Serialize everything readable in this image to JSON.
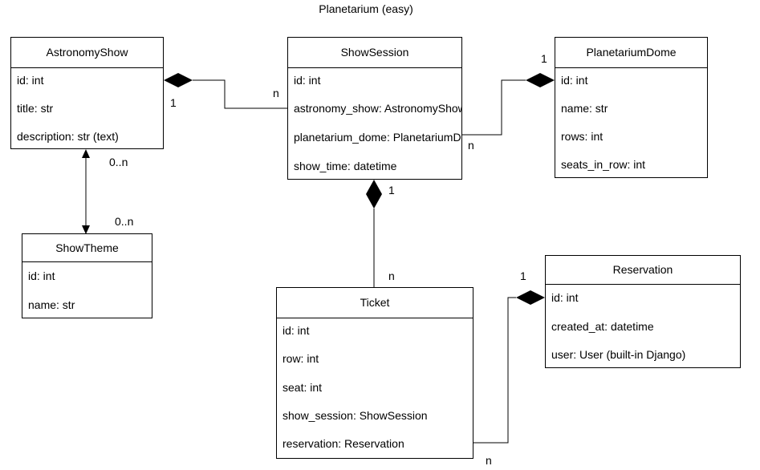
{
  "title": "Planetarium (easy)",
  "classes": {
    "astronomy_show": {
      "name": "AstronomyShow",
      "attributes": [
        "id: int",
        "title: str",
        "description: str (text)"
      ]
    },
    "show_session": {
      "name": "ShowSession",
      "attributes": [
        "id: int",
        "astronomy_show: AstronomyShow",
        "planetarium_dome: PlanetariumDome",
        "show_time: datetime"
      ]
    },
    "planetarium_dome": {
      "name": "PlanetariumDome",
      "attributes": [
        "id: int",
        "name: str",
        "rows: int",
        "seats_in_row: int"
      ]
    },
    "show_theme": {
      "name": "ShowTheme",
      "attributes": [
        "id: int",
        "name: str"
      ]
    },
    "ticket": {
      "name": "Ticket",
      "attributes": [
        "id: int",
        "row: int",
        "seat: int",
        "show_session: ShowSession",
        "reservation: Reservation"
      ]
    },
    "reservation": {
      "name": "Reservation",
      "attributes": [
        "id: int",
        "created_at: datetime",
        "user: User (built-in Django)"
      ]
    }
  },
  "multiplicities": {
    "show_to_session_one": "1",
    "show_to_session_many": "n",
    "dome_one": "1",
    "dome_many": "n",
    "theme_upper": "0..n",
    "theme_lower": "0..n",
    "session_one": "1",
    "ticket_many": "n",
    "reservation_one": "1",
    "reservation_many": "n"
  }
}
